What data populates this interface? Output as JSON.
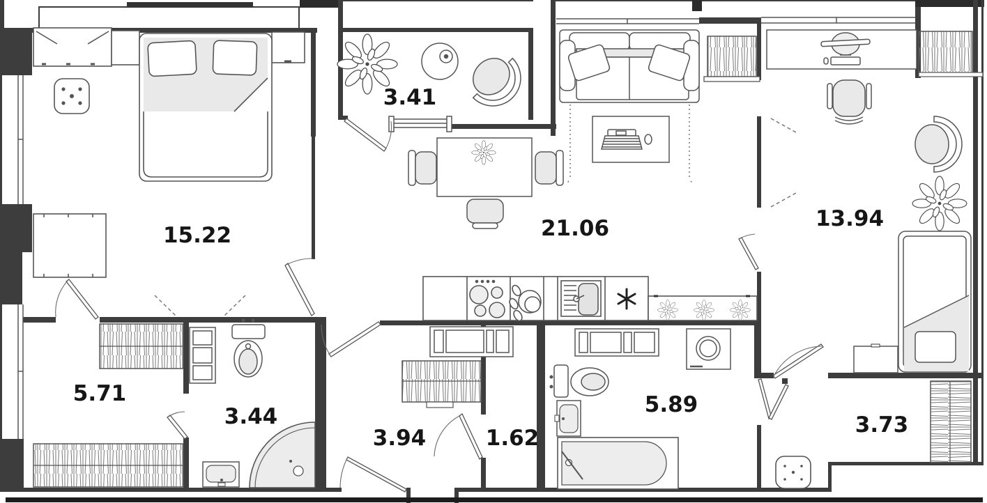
{
  "plan": {
    "kind": "apartment floor plan",
    "rooms": [
      {
        "id": "bedroom",
        "area": "15.22"
      },
      {
        "id": "balcony-top",
        "area": "3.41"
      },
      {
        "id": "living-kitchen",
        "area": "21.06"
      },
      {
        "id": "room-right",
        "area": "13.94"
      },
      {
        "id": "dressing-room",
        "area": "5.71"
      },
      {
        "id": "bathroom-small",
        "area": "3.44"
      },
      {
        "id": "hallway",
        "area": "3.94"
      },
      {
        "id": "storage",
        "area": "1.62"
      },
      {
        "id": "bathroom-large",
        "area": "5.89"
      },
      {
        "id": "balcony-bottom",
        "area": "3.73"
      }
    ],
    "colors": {
      "wall": "#3d3d3d",
      "furniture_line": "#555555",
      "cushion": "#e9e9e9",
      "baseline": "#1c1c1c"
    }
  }
}
